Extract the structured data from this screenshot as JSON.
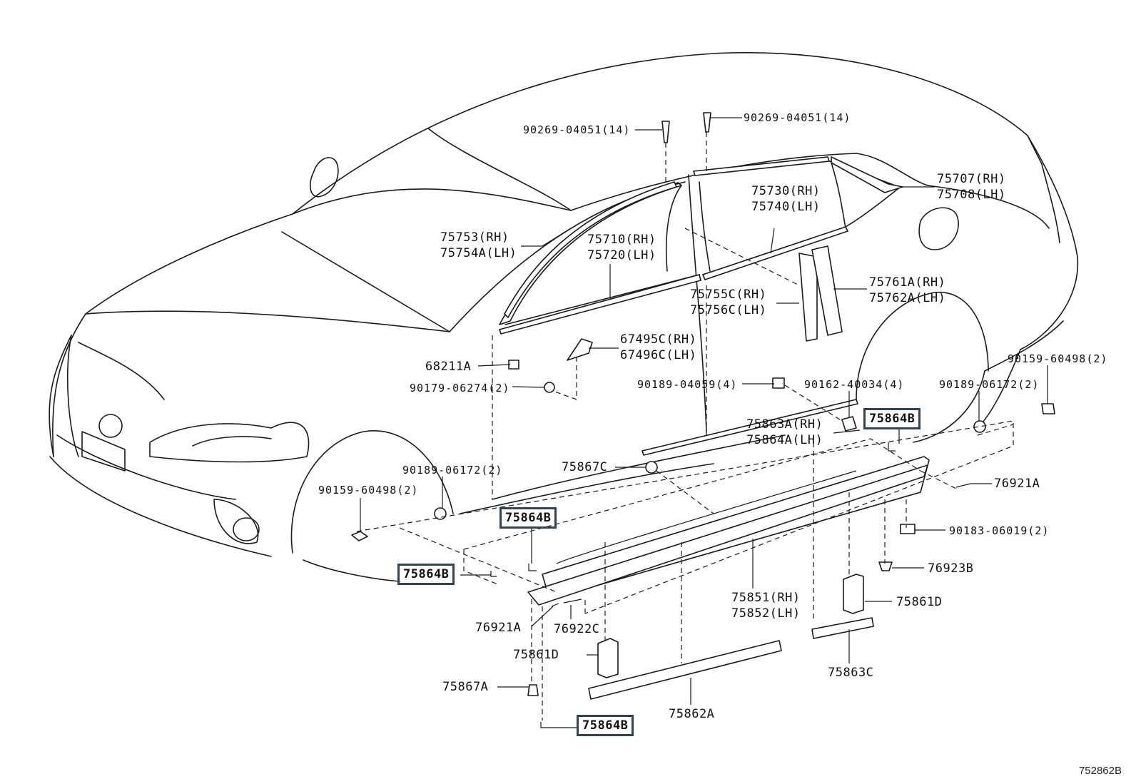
{
  "diagram_id": "752862B",
  "labels": {
    "clip_90269_left": "90269-04051(14)",
    "clip_90269_right": "90269-04051(14)",
    "moulding_75707": [
      "75707(RH)",
      "75708(LH)"
    ],
    "moulding_75730": [
      "75730(RH)",
      "75740(LH)"
    ],
    "moulding_75753": [
      "75753(RH)",
      "75754A(LH)"
    ],
    "moulding_75710": [
      "75710(RH)",
      "75720(LH)"
    ],
    "garnish_75761": [
      "75761A(RH)",
      "75762A(LH)"
    ],
    "moulding_75755": [
      "75755C(RH)",
      "75756C(LH)"
    ],
    "cover_67495": [
      "67495C(RH)",
      "67496C(LH)"
    ],
    "part_68211": "68211A",
    "nut_90179": "90179-06274(2)",
    "clip_90189_04059": "90189-04059(4)",
    "screw_90162": "90162-40034(4)",
    "clip_90189_06172_right": "90189-06172(2)",
    "screw_90159_right": "90159-60498(2)",
    "clip_75864b_box_top": "75864B",
    "moulding_75863": [
      "75863A(RH)",
      "75864A(LH)"
    ],
    "clip_75867c": "75867C",
    "clip_90189_06172_left": "90189-06172(2)",
    "screw_90159_left": "90159-60498(2)",
    "clip_75864b_box_mid": "75864B",
    "clip_75864b_box_left": "75864B",
    "tape_76921a_right": "76921A",
    "clip_90183": "90183-06019(2)",
    "clip_76923b": "76923B",
    "moulding_75851": [
      "75851(RH)",
      "75852(LH)"
    ],
    "pad_75861d_right": "75861D",
    "tape_76921a_left": "76921A",
    "tape_76922c": "76922C",
    "pad_75861d_left": "75861D",
    "clip_75867a": "75867A",
    "clip_75864b_box_bottom": "75864B",
    "strip_75862a": "75862A",
    "strip_75863c": "75863C"
  }
}
